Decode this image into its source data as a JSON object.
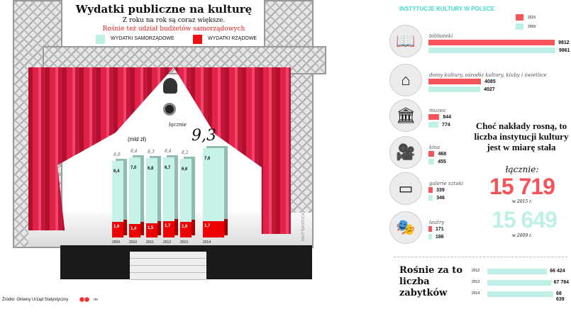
{
  "left": {
    "title": "Wydatki publiczne na kulturę",
    "subtitle": "Z roku na rok są coraz większe.",
    "subtitle_red": "Rośnie też udział budżetów samorządowych",
    "legend": [
      {
        "label": "WYDATKI SAMORZĄDOWE",
        "color": "#bff0e6"
      },
      {
        "label": "WYDATKI RZĄDOWE",
        "color": "#ee1111"
      }
    ],
    "unit": "(mld zł)",
    "total_label": "łącznie",
    "total_value": "9,3",
    "source": "Źródło: Główny Urząd Statystyczny",
    "credit": "rm",
    "watermark": "SHUTTERSTOCK"
  },
  "chart_data": {
    "type": "bar",
    "stacked": true,
    "categories": [
      "2009",
      "2010",
      "2011",
      "2012",
      "2013",
      "2014"
    ],
    "series": [
      {
        "name": "WYDATKI RZĄDOWE",
        "values": [
          1.6,
          1.4,
          1.5,
          1.7,
          1.6,
          1.7
        ],
        "labels": [
          "1,6",
          "1,4",
          "1,5",
          "1,7",
          "1,6",
          "1,7"
        ],
        "color": "#ee1111"
      },
      {
        "name": "WYDATKI SAMORZĄDOWE",
        "values": [
          6.4,
          7.0,
          6.8,
          6.7,
          6.6,
          7.6
        ],
        "labels": [
          "6,4",
          "7,0",
          "6,8",
          "6,7",
          "6,6",
          "7,6"
        ],
        "color": "#bff0e6"
      }
    ],
    "totals": [
      "8,0",
      "8,4",
      "8,3",
      "8,4",
      "8,2",
      "9,3"
    ],
    "ylabel": "mld zł"
  },
  "right": {
    "title": "INSTYTUCJE KULTURY W POLSCE",
    "legend": [
      {
        "label": "2015",
        "color": "#f5545a"
      },
      {
        "label": "2009",
        "color": "#bff0e6"
      }
    ],
    "items": [
      {
        "label": "biblioteki",
        "icon": "book-icon",
        "v2015": 9812,
        "v2009": 9861
      },
      {
        "label": "domy kultury, ośrodki kultury, kluby i świetlice",
        "icon": "house-icon",
        "v2015": 4085,
        "v2009": 4027
      },
      {
        "label": "muzea",
        "icon": "museum-icon",
        "v2015": 844,
        "v2009": 774
      },
      {
        "label": "kina",
        "icon": "film-camera-icon",
        "v2015": 468,
        "v2009": 455
      },
      {
        "label": "galerie sztuki",
        "icon": "picture-frame-icon",
        "v2015": 339,
        "v2009": 346
      },
      {
        "label": "teatry",
        "icon": "theater-masks-icon",
        "v2015": 171,
        "v2009": 186
      }
    ],
    "headline": "Choć nakłady rosną, to liczba instytucji kultury jest w miarę stała",
    "total_label": "łącznie:",
    "total_2015": "15 719",
    "total_2015_note": "w 2015 r.",
    "total_2009": "15 649",
    "total_2009_note": "w 2009 r.",
    "monuments_title": "Rośnie za to liczba zabytków",
    "monuments": [
      {
        "year": "2012",
        "value": 66424,
        "label": "66 424"
      },
      {
        "year": "2013",
        "value": 67784,
        "label": "67 784"
      },
      {
        "year": "2014",
        "value": 68639,
        "label": "68 639"
      }
    ]
  }
}
